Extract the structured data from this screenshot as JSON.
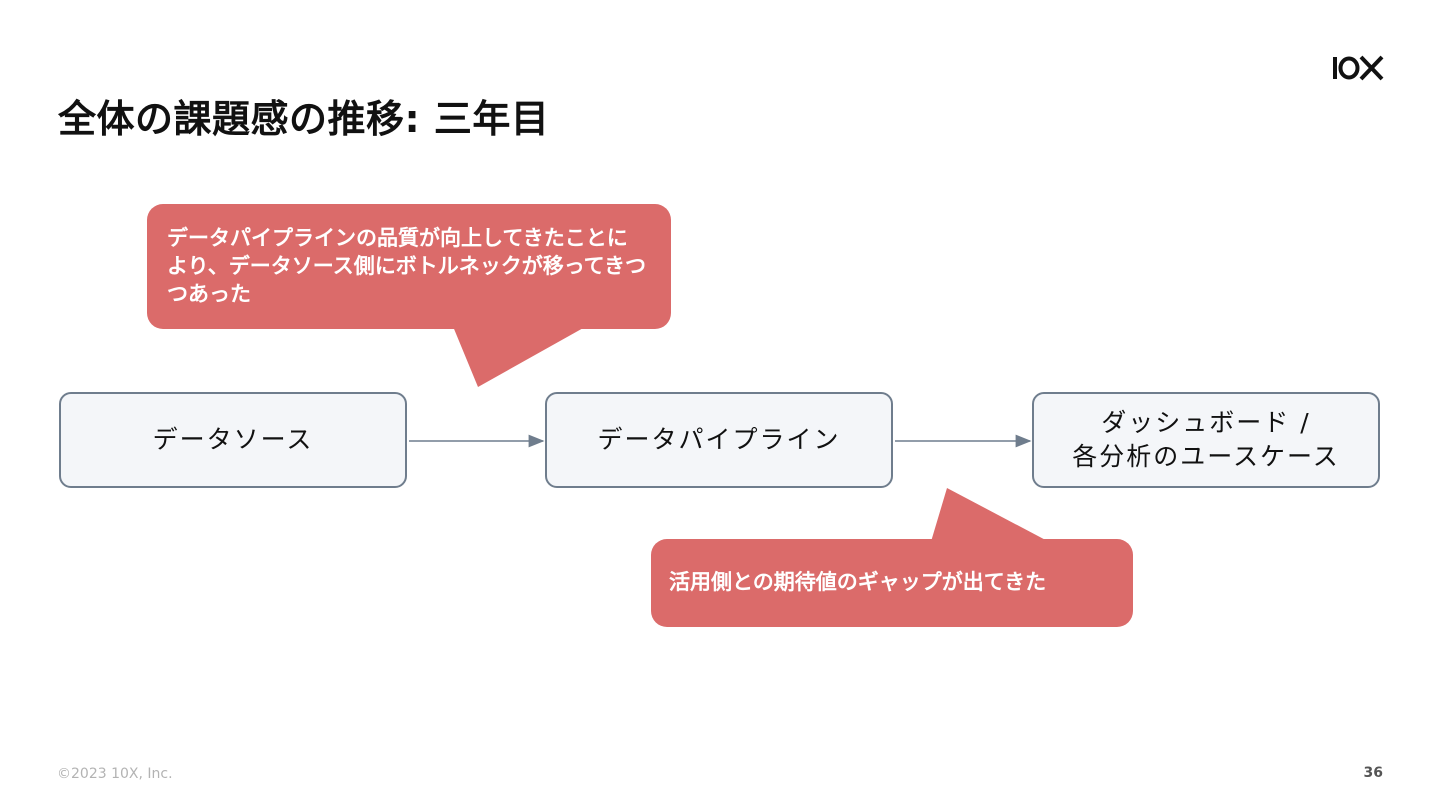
{
  "slide": {
    "title": "全体の課題感の推移: 三年目",
    "logo_text": "10X",
    "footer": {
      "copyright": "©2023 10X, Inc.",
      "page_number": "36"
    }
  },
  "diagram": {
    "nodes": [
      {
        "lines": [
          "データソース"
        ]
      },
      {
        "lines": [
          "データパイプライン"
        ]
      },
      {
        "lines": [
          "ダッシュボード /",
          "各分析のユースケース"
        ]
      }
    ],
    "edges": [
      {
        "from": "データソース",
        "to": "データパイプライン"
      },
      {
        "from": "データパイプライン",
        "to": "ダッシュボード / 各分析のユースケース"
      }
    ],
    "callouts": [
      {
        "lines": [
          "データパイプラインの品質が向上してきたことに",
          "より、データソース側にボトルネックが移ってきつ",
          "つあった"
        ],
        "points_to": "データソース/データパイプライン境界"
      },
      {
        "lines": [
          "活用側との期待値のギャップが出てきた"
        ],
        "points_to": "データパイプライン/ダッシュボード境界"
      }
    ]
  },
  "colors": {
    "callout_fill": "#db6b6a",
    "node_fill": "#f4f6f9",
    "node_border": "#6f7d8d",
    "title_text": "#111111"
  }
}
